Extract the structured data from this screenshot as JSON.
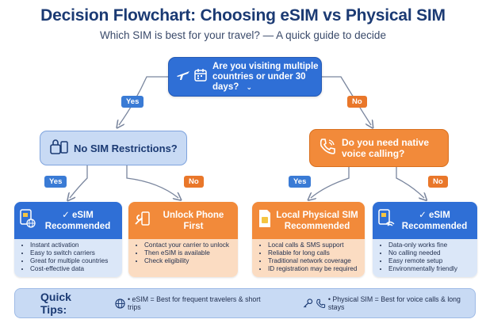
{
  "header": {
    "title": "Decision Flowchart: Choosing eSIM vs Physical SIM",
    "subtitle": "Which SIM is best for your travel? — A quick guide to decide"
  },
  "question_top": {
    "text_line1": "Are you visiting multiple",
    "text_line2": "countries or under 30",
    "text_line3": "days?",
    "icons": [
      "airplane-icon",
      "calendar-icon",
      "chevron-down-icon"
    ]
  },
  "branches": {
    "top_yes": "Yes",
    "top_no": "No",
    "left_yes": "Yes",
    "left_no": "No",
    "right_yes": "Yes",
    "right_no": "No"
  },
  "question_left": {
    "text": "No SIM Restrictions?",
    "icon": "lock-icon"
  },
  "question_right": {
    "text_line1": "Do you need native",
    "text_line2": "voice calling?",
    "icon": "phone-icon"
  },
  "outcomes": [
    {
      "title_line1": "✓ eSIM",
      "title_line2": "Recommended",
      "icon": "esim-globe-icon",
      "bullets": [
        "Instant activation",
        "Easy to switch carriers",
        "Great for multiple countries",
        "Cost-effective data"
      ]
    },
    {
      "title_line1": "Unlock Phone First",
      "title_line2": "",
      "icon": "wrench-phone-icon",
      "bullets": [
        "Contact your carrier to unlock",
        "Then eSIM is available",
        "Check eligibility"
      ]
    },
    {
      "title_line1": "Local Physical SIM",
      "title_line2": "Recommended",
      "icon": "sim-card-icon",
      "bullets": [
        "Local calls & SMS support",
        "Reliable for long calls",
        "Traditional network coverage",
        "ID registration may be required"
      ]
    },
    {
      "title_line1": "✓ eSIM",
      "title_line2": "Recommended",
      "icon": "esim-wifi-icon",
      "bullets": [
        "Data-only works fine",
        "No calling needed",
        "Easy remote setup",
        "Environmentally friendly"
      ]
    }
  ],
  "tips": {
    "label": "Quick Tips:",
    "tip1": "• eSIM = Best for frequent travelers & short trips",
    "tip2": "• Physical SIM = Best for voice calls & long stays"
  },
  "colors": {
    "blue": "#2f6fd6",
    "light_blue": "#c8daf4",
    "orange": "#f28a3a",
    "light_orange": "#fbdcc2",
    "navy": "#1b3a73"
  }
}
